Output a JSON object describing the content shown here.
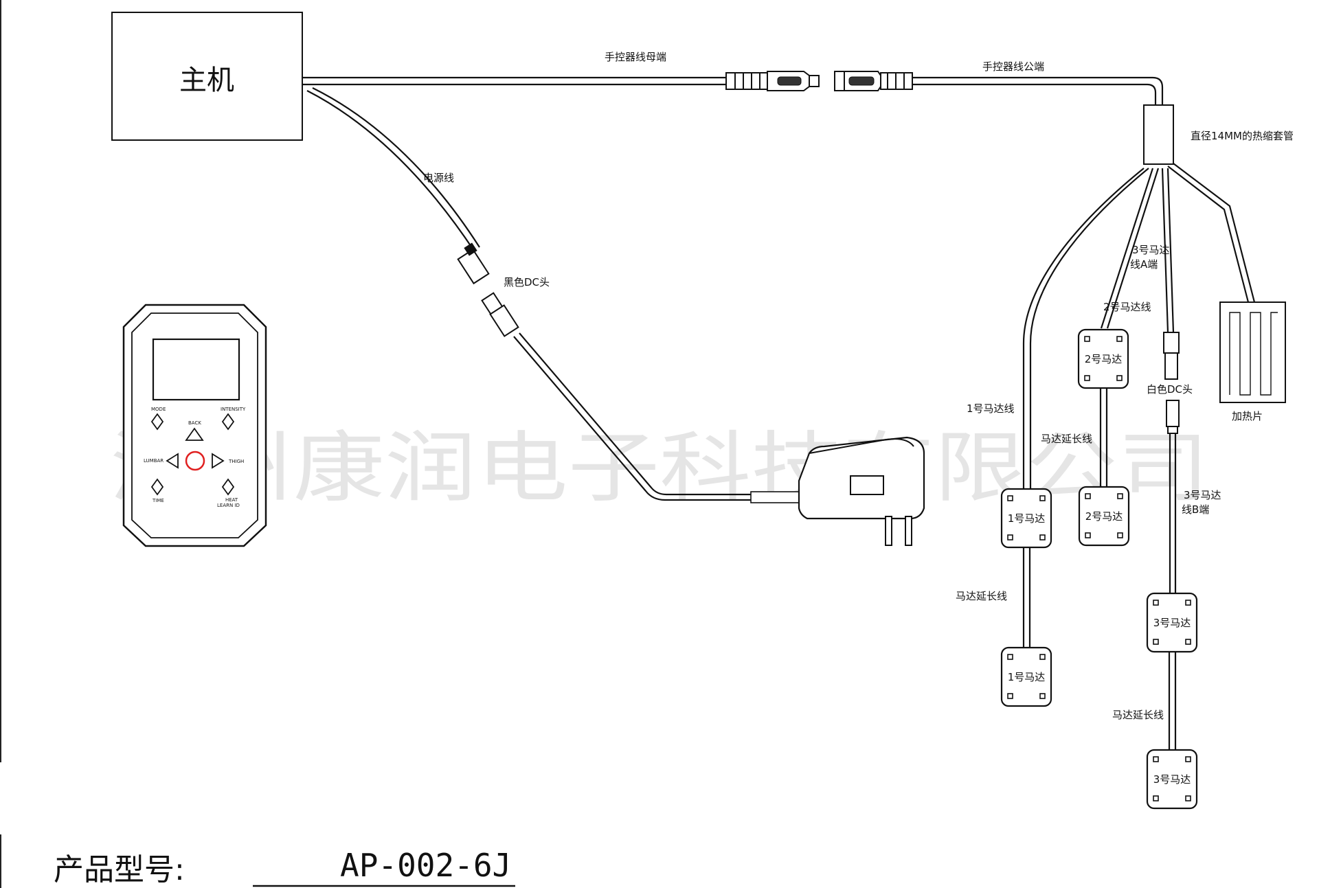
{
  "host": "主机",
  "labels": {
    "female_cable": "手控器线母端",
    "male_cable": "手控器线公端",
    "shrink_tube": "直径14MM的热缩套管",
    "power_cable": "电源线",
    "black_dc": "黑色DC头",
    "motor3_a_line1": "3号马达",
    "motor3_a_line2": "线A端",
    "motor2_line": "2号马达线",
    "motor1_line": "1号马达线",
    "white_dc": "白色DC头",
    "heater": "加热片",
    "ext_mid": "马达延长线",
    "motor3_b_line1": "3号马达",
    "motor3_b_line2": "线B端",
    "ext_left": "马达延长线",
    "ext_bottom": "马达延长线"
  },
  "motors": {
    "m2_top": "2号马达",
    "m2_bottom": "2号马达",
    "m1_top": "1号马达",
    "m1_bottom": "1号马达",
    "m3_top": "3号马达",
    "m3_bottom": "3号马达"
  },
  "remote": {
    "mode": "MODE",
    "back": "BACK",
    "intensity": "INTENSITY",
    "lumbar": "LUMBAR",
    "thigh": "THIGH",
    "time": "TIME",
    "heat": "HEAT",
    "learn_id": "LEARN ID"
  },
  "watermark": "湖州康润电子科技有限公司",
  "model": {
    "label": "产品型号:",
    "value": "AP-002-6J"
  },
  "colors": {
    "line": "#111111",
    "center_button": "#e02020",
    "watermark": "#cfcfcf"
  }
}
